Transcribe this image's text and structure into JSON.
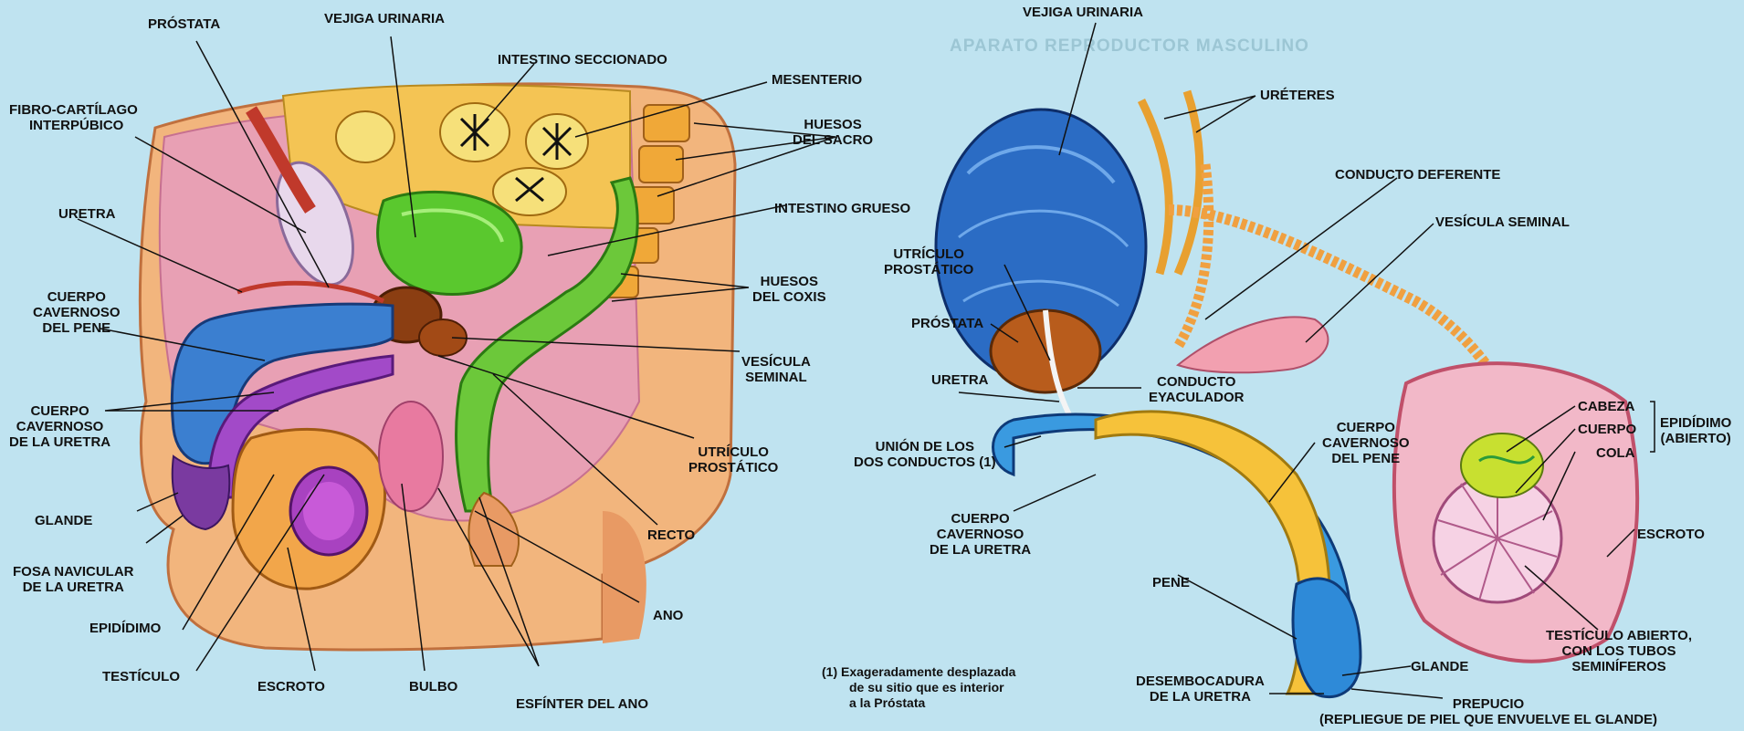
{
  "background_heading": "APARATO REPRODUCTOR MASCULINO",
  "left_labels": {
    "prostata": "PRÓSTATA",
    "vejiga": "VEJIGA URINARIA",
    "intestino_seccionado": "INTESTINO SECCIONADO",
    "mesenterio": "MESENTERIO",
    "fibro": [
      "FIBRO-CARTÍLAGO",
      "INTERPÚBICO"
    ],
    "huesos_sacro": [
      "HUESOS",
      "DEL SACRO"
    ],
    "uretra": "URETRA",
    "intestino_grueso": "INTESTINO GRUESO",
    "cuerpo_cavernoso_pene": [
      "CUERPO",
      "CAVERNOSO",
      "DEL PENE"
    ],
    "huesos_coxis": [
      "HUESOS",
      "DEL COXIS"
    ],
    "vesicula_seminal": [
      "VESÍCULA",
      "SEMINAL"
    ],
    "cuerpo_cavernoso_uretra": [
      "CUERPO",
      "CAVERNOSO",
      "DE LA URETRA"
    ],
    "utriculo": [
      "UTRÍCULO",
      "PROSTÁTICO"
    ],
    "glande": "GLANDE",
    "recto": "RECTO",
    "fosa": [
      "FOSA NAVICULAR",
      "DE LA URETRA"
    ],
    "ano": "ANO",
    "epididimo": "EPIDÍDIMO",
    "testiculo": "TESTÍCULO",
    "escroto": "ESCROTO",
    "bulbo": "BULBO",
    "esfinter": "ESFÍNTER DEL ANO"
  },
  "right_labels": {
    "vejiga": "VEJIGA URINARIA",
    "ureteres": "URÉTERES",
    "conducto_deferente": "CONDUCTO DEFERENTE",
    "vesicula_seminal": "VESÍCULA SEMINAL",
    "utriculo": [
      "UTRÍCULO",
      "PROSTÁTICO"
    ],
    "prostata": "PRÓSTATA",
    "uretra": "URETRA",
    "conducto_eyaculador": [
      "CONDUCTO",
      "EYACULADOR"
    ],
    "cabeza": "CABEZA",
    "cuerpo": "CUERPO",
    "cola": "COLA",
    "epididimo": [
      "EPIDÍDIMO",
      "(ABIERTO)"
    ],
    "union": [
      "UNIÓN DE LOS",
      "DOS CONDUCTOS (1)"
    ],
    "cuerpo_cavernoso_pene": [
      "CUERPO",
      "CAVERNOSO",
      "DEL PENE"
    ],
    "cuerpo_cavernoso_uretra": [
      "CUERPO",
      "CAVERNOSO",
      "DE LA URETRA"
    ],
    "escroto": "ESCROTO",
    "pene": "PENE",
    "testiculo": [
      "TESTÍCULO ABIERTO,",
      "CON LOS TUBOS",
      "SEMINÍFEROS"
    ],
    "glande": "GLANDE",
    "desembocadura": [
      "DESEMBOCADURA",
      "DE LA URETRA"
    ],
    "prepucio": [
      "PREPUCIO",
      "(REPLIEGUE DE PIEL QUE ENVUELVE EL GLANDE)"
    ]
  },
  "footnote": [
    "(1)  Exageradamente desplazada",
    "de su sitio que es interior",
    "a la Próstata"
  ]
}
